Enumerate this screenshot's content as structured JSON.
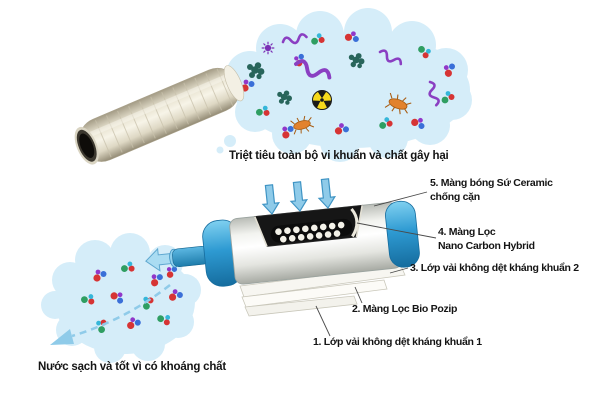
{
  "captions": {
    "destroy": "Triệt tiêu toàn bộ vi khuẩn và chất gây hại",
    "clean_water": "Nước sạch và tốt vì có khoáng chất"
  },
  "layer_labels": [
    {
      "text": "1. Lớp vải không dệt kháng khuẩn 1"
    },
    {
      "text": "2. Màng Lọc Bio Pozip"
    },
    {
      "text": "3. Lớp vải không dệt kháng khuẩn 2"
    },
    {
      "text": "4. Màng Lọc\nNano Carbon Hybrid"
    },
    {
      "text": "5. Màng bóng Sứ Ceramic\nchống cặn"
    }
  ],
  "icons": {
    "molecule-icon": "cluster of colored mineral/water dots",
    "bacteria-squiggle-icon": "purple squiggly bacterium",
    "bacteria-clump-icon": "dark green bacteria clump",
    "bug-icon": "orange microbe with legs",
    "radiation-icon": "yellow-black radiation trefoil",
    "virus-icon": "purple spiked virus",
    "down-arrow-icon": "blue arrow into filter cutaway",
    "outflow-arrow-icon": "light blue arrow out of nozzle",
    "dashed-flow-arrow-icon": "dashed light blue clean water arrow"
  },
  "colors": {
    "cloud_blue": "#d5edf9",
    "cap_blue": "#2e9ad2",
    "arrow_blue": "#8fcbe9",
    "body_white": "#f5f4ef",
    "ceramic_cream": "#e9e4d2",
    "text": "#141414"
  }
}
